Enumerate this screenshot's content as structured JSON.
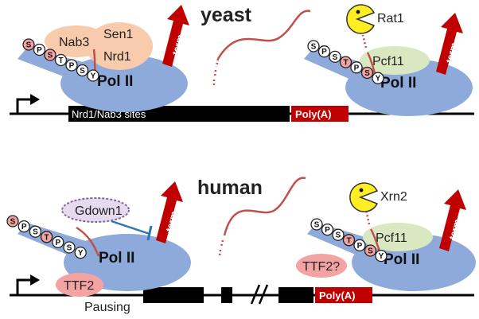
{
  "yeast_panel": {
    "title": "yeast",
    "polymerase_left": "Pol II",
    "polymerase_right": "Pol II",
    "factor_nab3": "Nab3",
    "factor_sen1": "Sen1",
    "factor_nrd1": "Nrd1",
    "factor_pcf11": "Pcf11",
    "factor_rat1": "Rat1",
    "arrow_left": "term",
    "arrow_right": "term",
    "gene_region_sites": "Nrd1/Nab3 sites",
    "gene_region_polya": "Poly(A)",
    "ctd_left": [
      "S",
      "P",
      "S",
      "T",
      "P",
      "S",
      "Y"
    ],
    "ctd_right": [
      "S",
      "P",
      "S",
      "T",
      "P",
      "S",
      "Y"
    ]
  },
  "human_panel": {
    "title": "human",
    "polymerase_left": "Pol II",
    "polymerase_right": "Pol II",
    "factor_gdown1": "Gdown1",
    "factor_ttf2": "TTF2",
    "factor_ttf2_q": "TTF2?",
    "factor_pcf11": "Pcf11",
    "factor_xrn2": "Xrn2",
    "pausing_label": "Pausing",
    "arrow_left": "term",
    "arrow_right": "term",
    "gene_region_polya": "Poly(A)",
    "ctd_left": [
      "S",
      "P",
      "S",
      "T",
      "P",
      "S",
      "Y"
    ],
    "ctd_right": [
      "S",
      "P",
      "S",
      "T",
      "P",
      "S",
      "Y"
    ]
  },
  "colors": {
    "pol_blue": "#8eaadb",
    "salmon": "#f4b183",
    "green": "#d9e8c0",
    "pink": "#f4a3a3",
    "term_red": "#c00000",
    "rna": "#c0504d",
    "gdown_fill": "#e6d9f0",
    "gdown_stroke": "#7f6b9a",
    "pacman": "#ffee22",
    "inhibit": "#2e75b6",
    "dark_red": "#a00000"
  }
}
